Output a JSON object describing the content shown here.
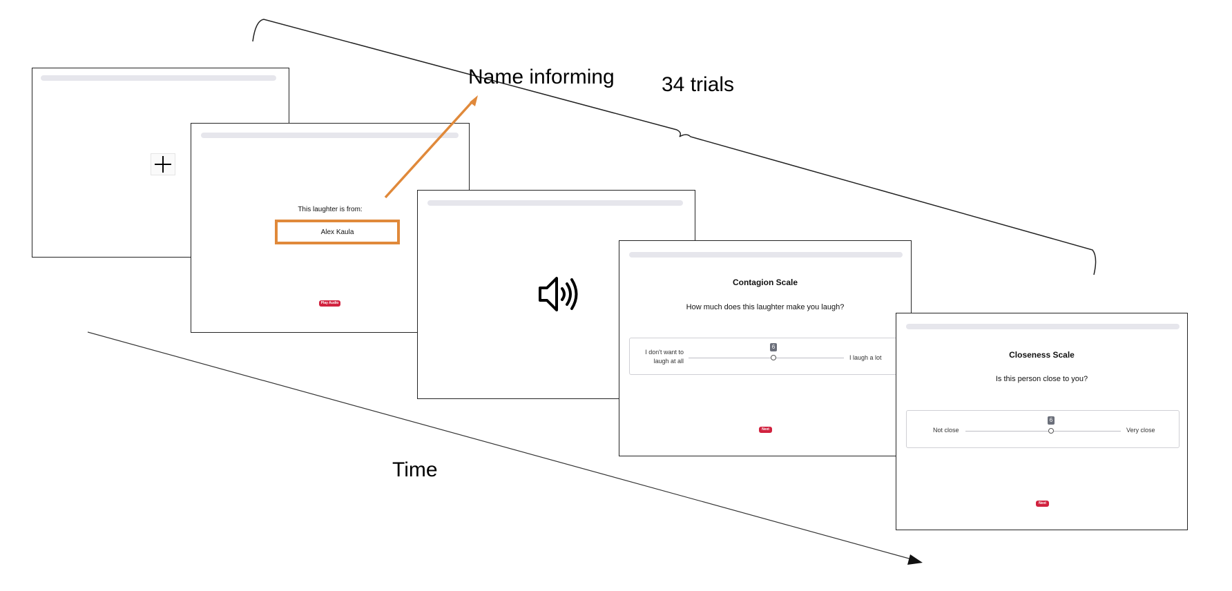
{
  "annotations": {
    "name_informing": "Name informing",
    "trials": "34 trials",
    "time": "Time"
  },
  "screen_name": {
    "prompt": "This laughter is from:",
    "name": "Alex Kaula",
    "button": "Play Audio"
  },
  "screen_audio": {
    "icon": "speaker-icon"
  },
  "screen_fixation": {
    "icon": "fixation-cross-icon"
  },
  "screen_contagion": {
    "title": "Contagion Scale",
    "question": "How much does this laughter make you laugh?",
    "left_label_line1": "I don't want to",
    "left_label_line2": "laugh at all",
    "right_label": "I laugh a lot",
    "value": "6",
    "button": "Next"
  },
  "screen_closeness": {
    "title": "Closeness Scale",
    "question": "Is this person close to you?",
    "left_label": "Not close",
    "right_label": "Very close",
    "value": "6",
    "button": "Next"
  },
  "colors": {
    "highlight": "#e0893a",
    "button": "#d1223f"
  }
}
